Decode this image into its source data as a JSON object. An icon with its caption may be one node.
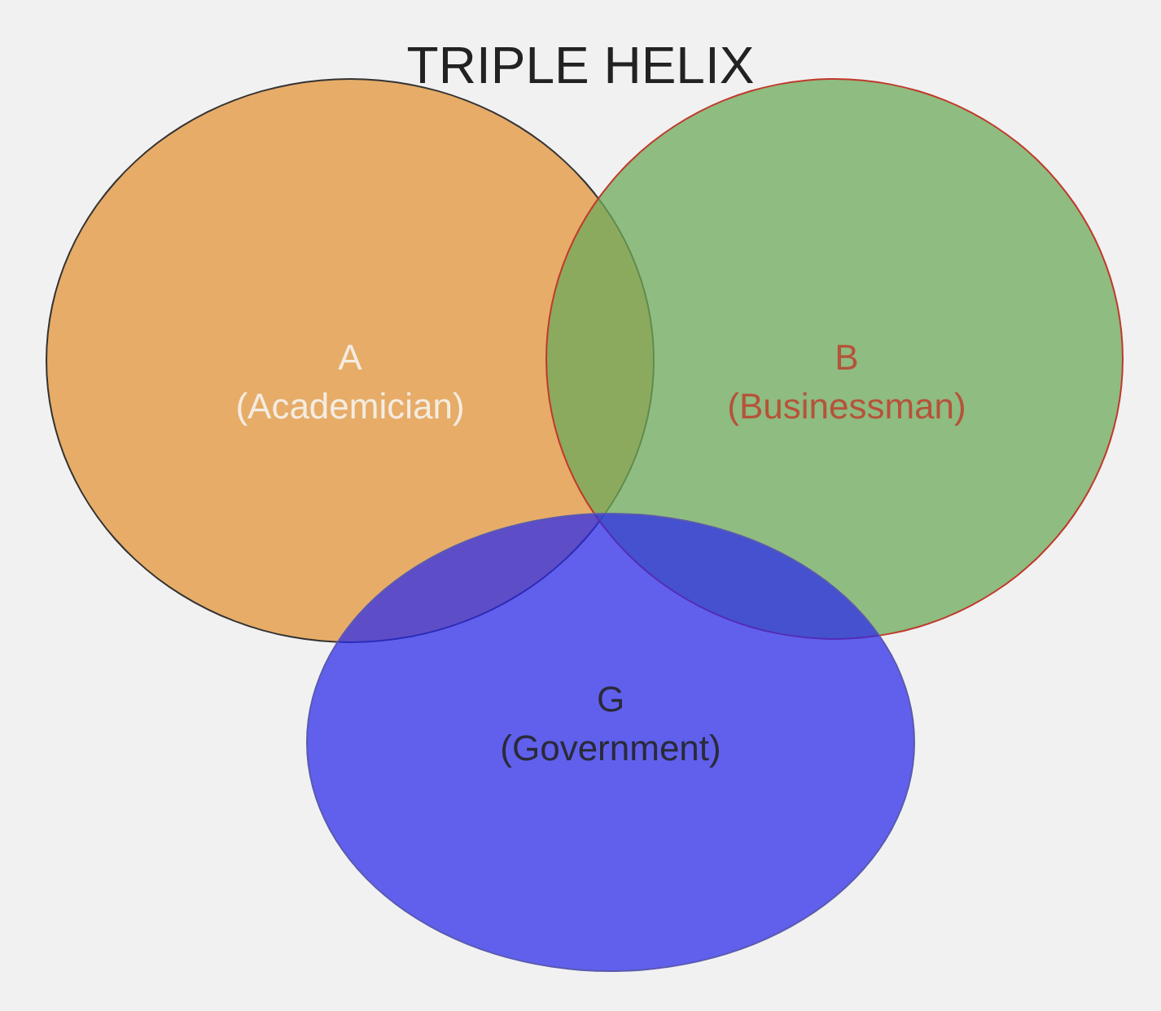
{
  "diagram": {
    "title": "TRIPLE HELIX",
    "nodes": [
      {
        "text": [
          "A",
          "(Academician)"
        ]
      },
      {
        "text": [
          "B",
          "(Businessman)"
        ]
      },
      {
        "text": [
          "G",
          "(Government)"
        ]
      }
    ]
  }
}
